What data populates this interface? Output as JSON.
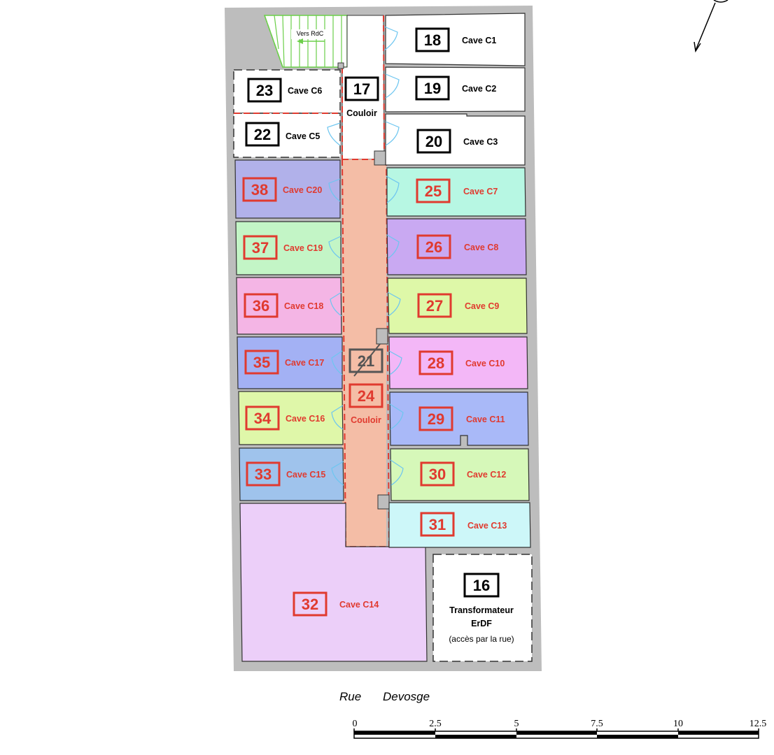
{
  "rooms": {
    "c1": {
      "num": "18",
      "label": "Cave C1"
    },
    "c2": {
      "num": "19",
      "label": "Cave C2"
    },
    "c3": {
      "num": "20",
      "label": "Cave C3"
    },
    "c5": {
      "num": "22",
      "label": "Cave C5"
    },
    "c6": {
      "num": "23",
      "label": "Cave C6"
    },
    "c7": {
      "num": "25",
      "label": "Cave C7"
    },
    "c8": {
      "num": "26",
      "label": "Cave C8"
    },
    "c9": {
      "num": "27",
      "label": "Cave C9"
    },
    "c10": {
      "num": "28",
      "label": "Cave C10"
    },
    "c11": {
      "num": "29",
      "label": "Cave C11"
    },
    "c12": {
      "num": "30",
      "label": "Cave C12"
    },
    "c13": {
      "num": "31",
      "label": "Cave C13"
    },
    "c14": {
      "num": "32",
      "label": "Cave C14"
    },
    "c15": {
      "num": "33",
      "label": "Cave C15"
    },
    "c16": {
      "num": "34",
      "label": "Cave C16"
    },
    "c17": {
      "num": "35",
      "label": "Cave C17"
    },
    "c18": {
      "num": "36",
      "label": "Cave C18"
    },
    "c19": {
      "num": "37",
      "label": "Cave C19"
    },
    "c20": {
      "num": "38",
      "label": "Cave C20"
    }
  },
  "couloir_top": {
    "num": "17",
    "label": "Couloir"
  },
  "couloir_main": {
    "num": "24",
    "label": "Couloir"
  },
  "crossed": {
    "num": "21"
  },
  "transformer": {
    "num": "16",
    "line1": "Transformateur",
    "line2": "ErDF",
    "line3": "(accès par la rue)"
  },
  "stairs": {
    "label": "Vers RdC"
  },
  "street": {
    "word1": "Rue",
    "word2": "Devosge"
  },
  "scale": {
    "ticks": [
      "0",
      "2.5",
      "5",
      "7.5",
      "10",
      "12.5"
    ]
  },
  "colors": {
    "red": "#e03a2f",
    "door": "#6ec6f0",
    "wall": "#bdbdbd",
    "corridor": "#f4bda6",
    "stairs": "#6ccf4a",
    "c7": "#b7f7e3",
    "c8": "#c9a9f2",
    "c9": "#def8a8",
    "c10": "#f3b7f7",
    "c11": "#a9b9f8",
    "c12": "#d6f8b9",
    "c13": "#cdf7f9",
    "c14": "#eccff9",
    "c15": "#9fc3ec",
    "c16": "#dff7a9",
    "c17": "#a3b1f4",
    "c18": "#f4b5e5",
    "c19": "#c3f5c6",
    "c20": "#b1b1ea"
  }
}
